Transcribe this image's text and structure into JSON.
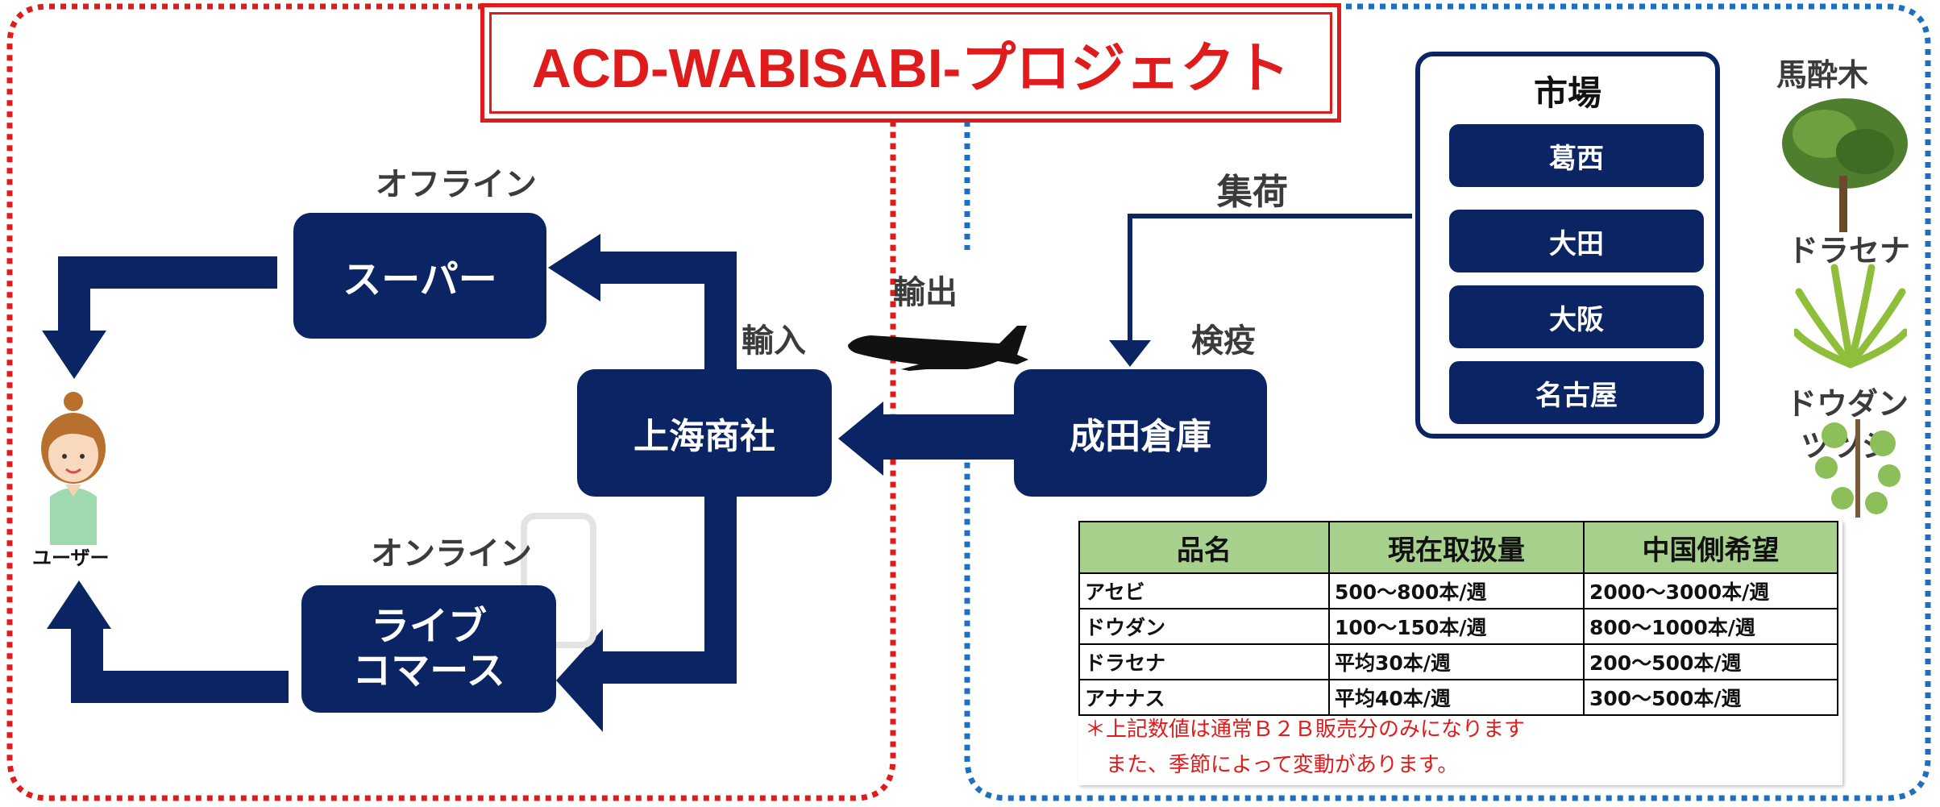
{
  "title": "ACD-WABISABI-プロジェクト",
  "user_label": "ユーザー",
  "left_side": {
    "offline_label": "オフライン",
    "online_label": "オンライン",
    "super_label": "スーパー",
    "live_line1": "ライブ",
    "live_line2": "コマース",
    "shanghai_label": "上海商社",
    "import_label": "輸入"
  },
  "export_label": "輸出",
  "right_side": {
    "narita_label": "成田倉庫",
    "quarantine_label": "検疫",
    "collect_label": "集荷",
    "market": {
      "title": "市場",
      "items": [
        "葛西",
        "大田",
        "大阪",
        "名古屋"
      ]
    }
  },
  "plants": [
    "馬酔木",
    "ドラセナ",
    "ドウダン",
    "ツツジ"
  ],
  "table": {
    "headers": [
      "品名",
      "現在取扱量",
      "中国側希望"
    ],
    "rows": [
      [
        "アセビ",
        "500～800本/週",
        "2000～3000本/週"
      ],
      [
        "ドウダン",
        "100～150本/週",
        "800～1000本/週"
      ],
      [
        "ドラセナ",
        "平均30本/週",
        "200～500本/週"
      ],
      [
        "アナナス",
        "平均40本/週",
        "300～500本/週"
      ]
    ],
    "note_line1": "＊上記数値は通常Ｂ２Ｂ販売分のみになります",
    "note_line2": "　また、季節によって変動があります。"
  },
  "colors": {
    "navy": "#0b2463",
    "red_border": "#e01b1b",
    "blue_border": "#1f6fc0",
    "table_header": "#a8d08d"
  }
}
